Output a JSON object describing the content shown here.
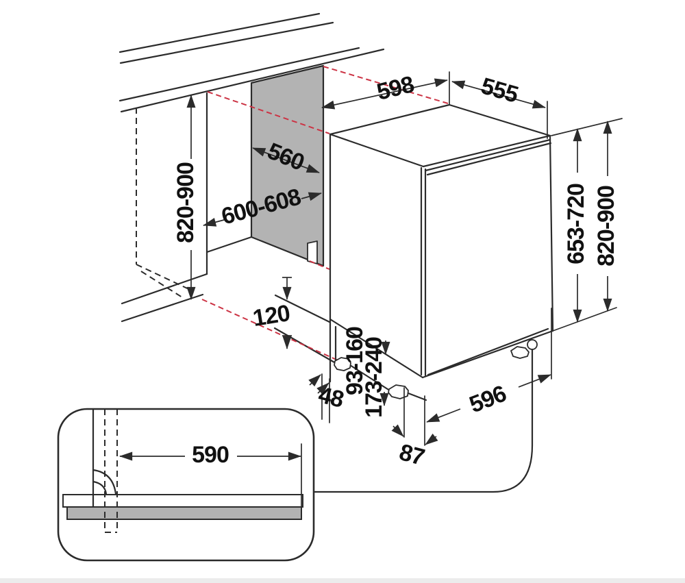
{
  "labels": {
    "top_width": "598",
    "side_depth": "555",
    "niche_depth": "560",
    "niche_width": "600-608",
    "niche_height_left": "820-900",
    "plinth_height": "120",
    "foot_offset": "48",
    "hose_range_1": "93-160",
    "hose_range_2": "173-240",
    "foot_depth": "87",
    "base_depth": "596",
    "door_height": "653-720",
    "total_height": "820-900",
    "hose_reach": "590"
  },
  "colors": {
    "line": "#2b2b2b",
    "red_projection": "#cc3344",
    "panel_gray": "#b3b3b3",
    "plinth_gray": "#b2b2b2"
  }
}
